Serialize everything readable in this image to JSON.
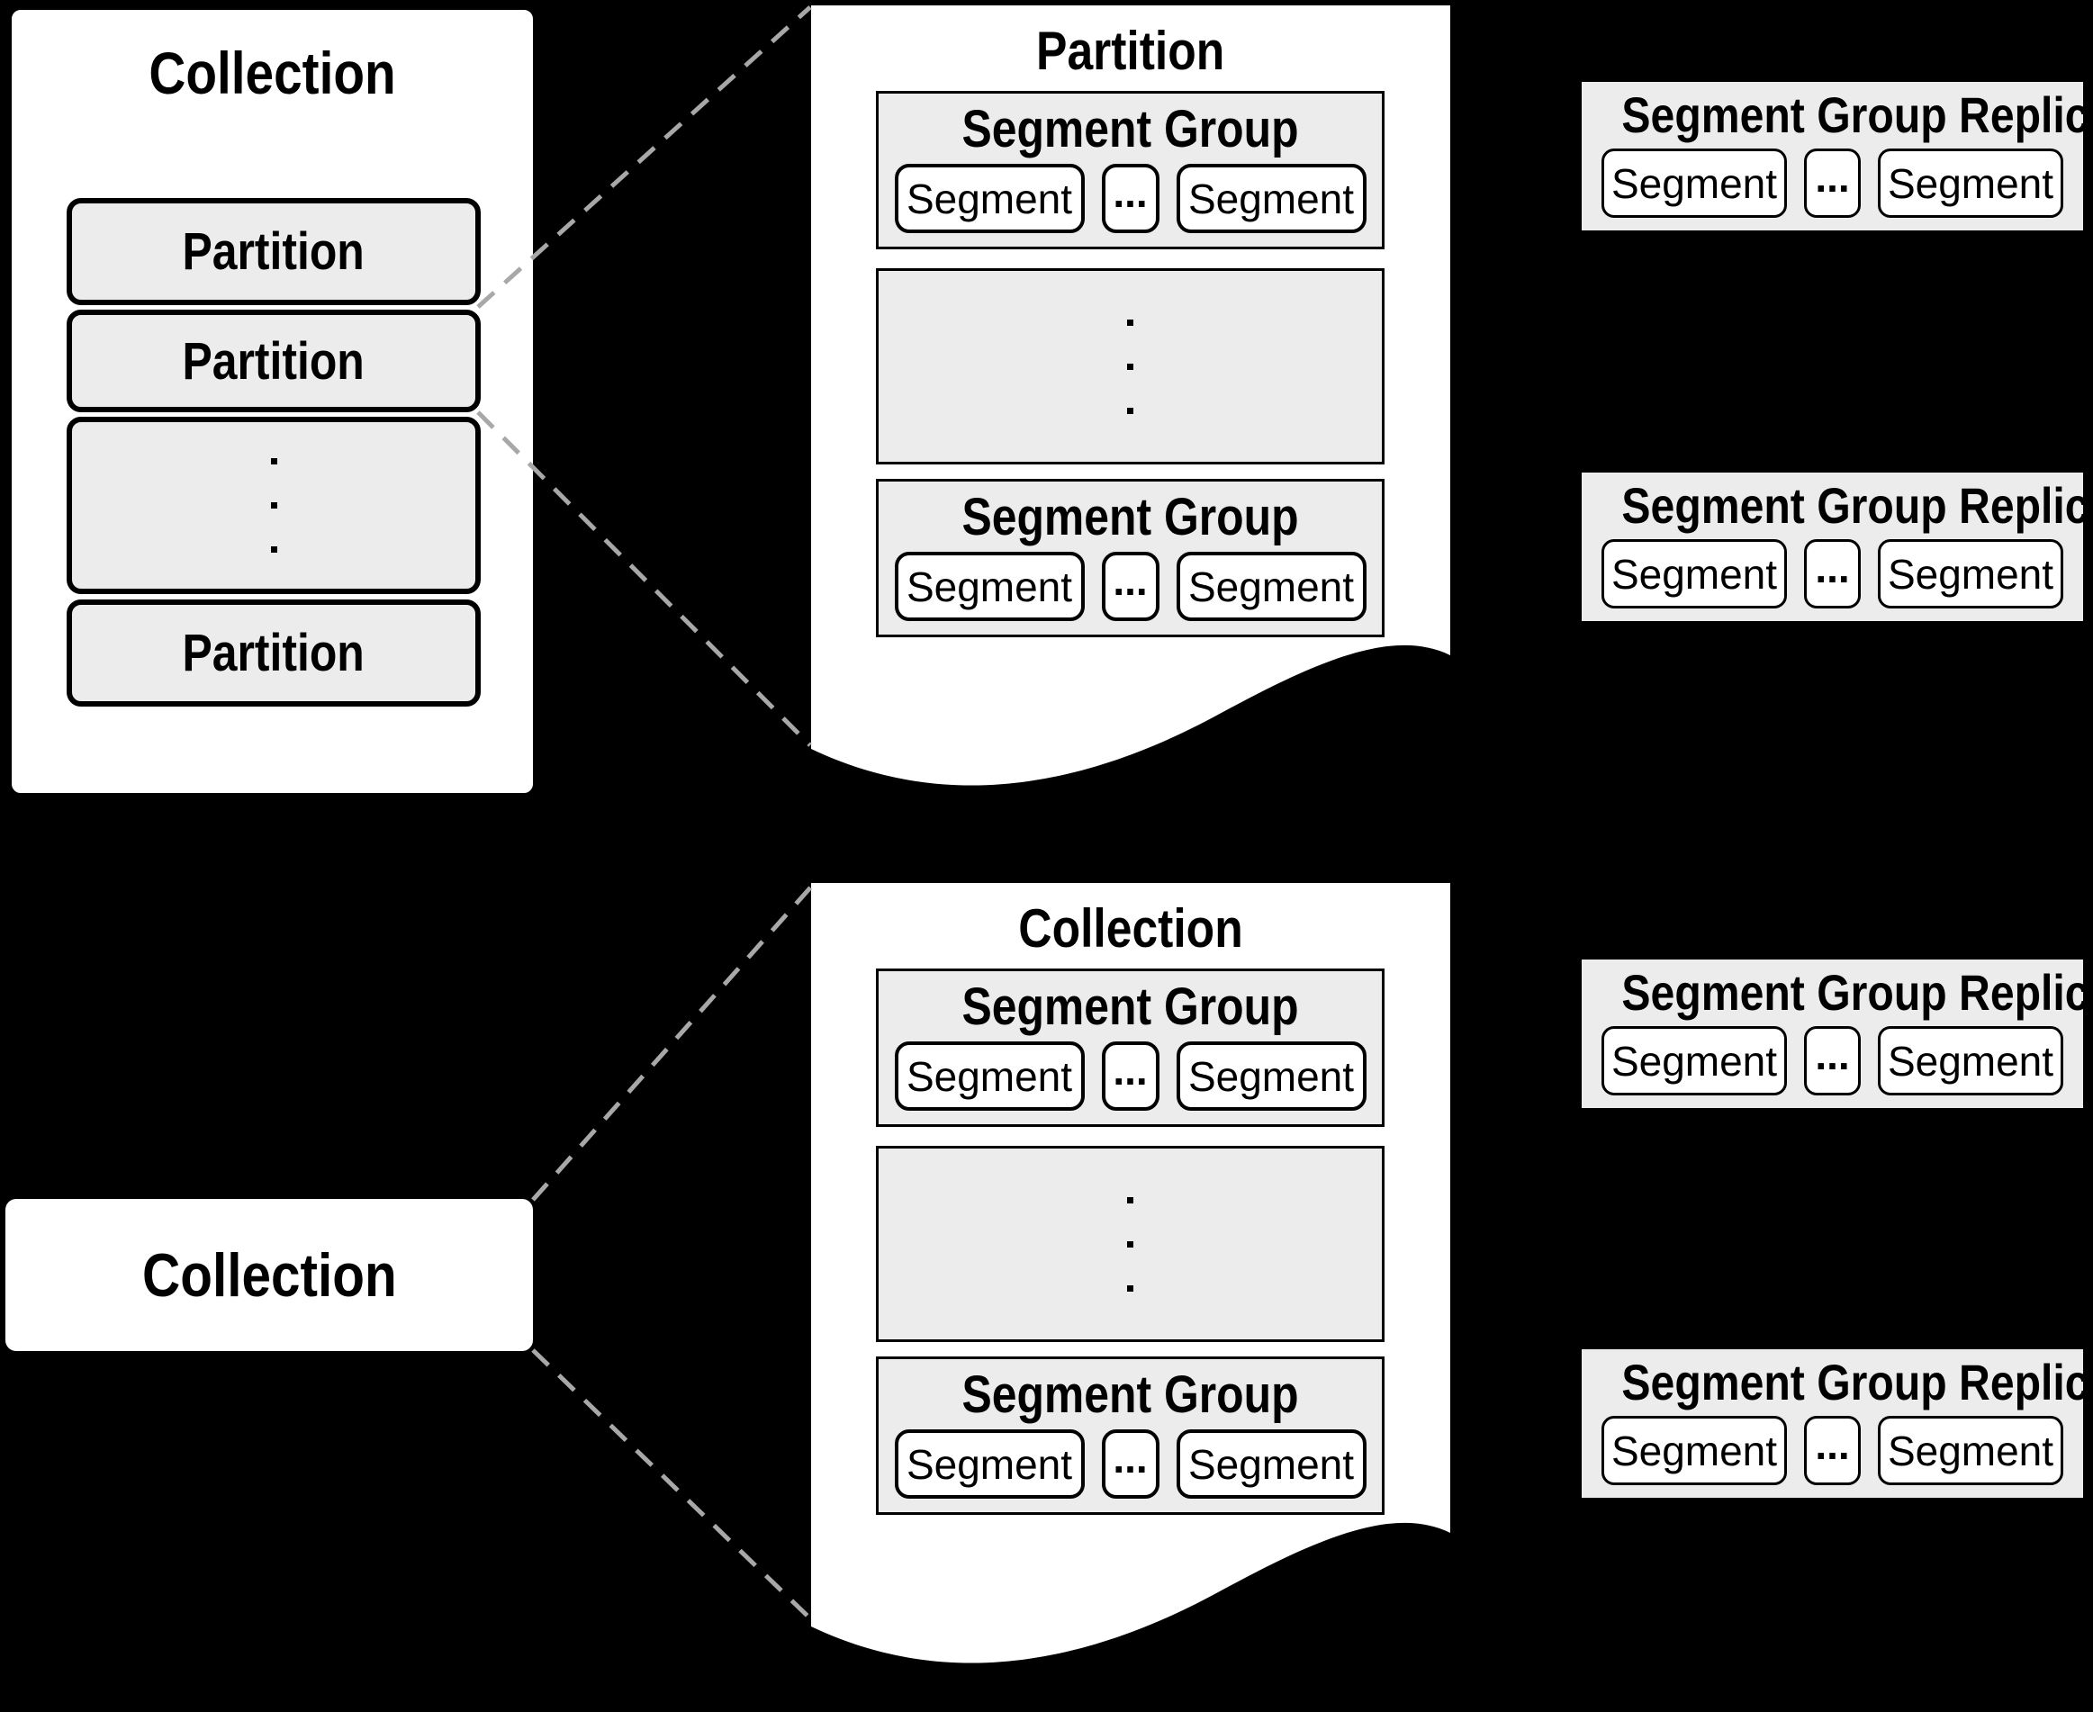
{
  "colors": {
    "background": "#000000",
    "panel_fill": "#ececec",
    "page_fill": "#ffffff",
    "stroke": "#000000",
    "dashed_connector": "#a8a8a8"
  },
  "collection_box": {
    "title": "Collection",
    "partitions": [
      "Partition",
      "Partition",
      "Partition"
    ]
  },
  "partition_page": {
    "title": "Partition",
    "segment_groups": [
      {
        "title": "Segment Group",
        "segments": [
          "Segment",
          "Segment"
        ],
        "ellipsis": "..."
      },
      {
        "title": "Segment Group",
        "segments": [
          "Segment",
          "Segment"
        ],
        "ellipsis": "..."
      }
    ]
  },
  "collection_label": {
    "title": "Collection"
  },
  "collection_page": {
    "title": "Collection",
    "segment_groups": [
      {
        "title": "Segment Group",
        "segments": [
          "Segment",
          "Segment"
        ],
        "ellipsis": "..."
      },
      {
        "title": "Segment Group",
        "segments": [
          "Segment",
          "Segment"
        ],
        "ellipsis": "..."
      }
    ]
  },
  "replicas": [
    {
      "title": "Segment Group Replica",
      "segments": [
        "Segment",
        "Segment"
      ],
      "ellipsis": "..."
    },
    {
      "title": "Segment Group Replica",
      "segments": [
        "Segment",
        "Segment"
      ],
      "ellipsis": "..."
    },
    {
      "title": "Segment Group Replica",
      "segments": [
        "Segment",
        "Segment"
      ],
      "ellipsis": "..."
    },
    {
      "title": "Segment Group Replica",
      "segments": [
        "Segment",
        "Segment"
      ],
      "ellipsis": "..."
    }
  ]
}
